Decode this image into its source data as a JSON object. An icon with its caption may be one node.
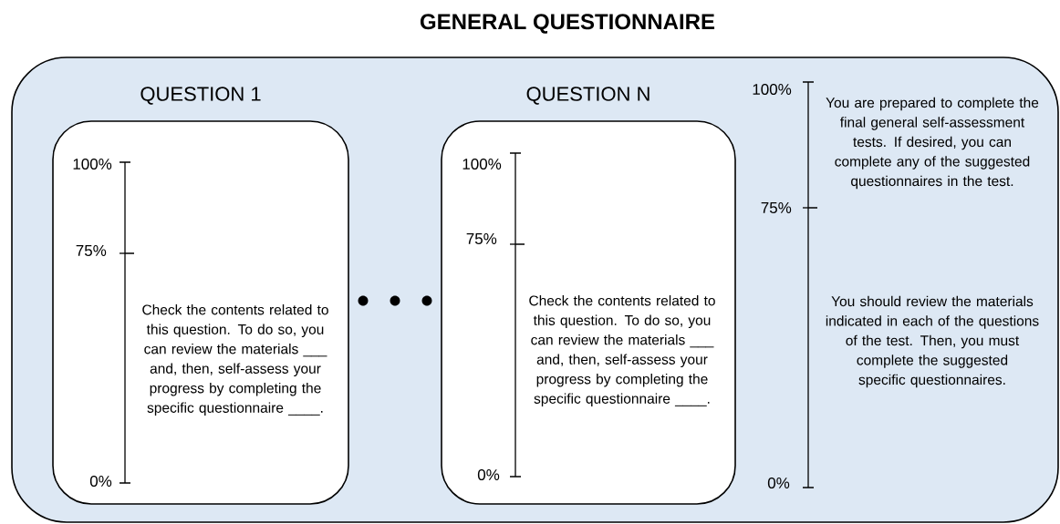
{
  "diagram": {
    "title": "GENERAL QUESTIONNAIRE",
    "nodes": [
      {
        "text": [],
        "shape": "box"
      },
      {
        "text": [
          "QUESTION 1",
          "Check the contents related to this question. To do so, you can review the materials ___ and, then, self-assess your progress by completing the specific questionnaire ____."
        ],
        "in": 0
      },
      {
        "text": [
          "QUESTION N",
          "Check the contents related to this question. To do so, you can review the materials ___ and, then, self-assess your progress by completing the specific questionnaire ____."
        ],
        "in": 0
      }
    ],
    "edges": [],
    "labels": [
      "100%",
      "75%",
      "0%",
      "100%",
      "75%",
      "0%",
      "100%",
      "75%",
      "0%",
      "You are prepared to complete the final general self-assessment tests. If desired, you can complete any of the suggested questionnaires in the test.",
      "You should review the materials indicated in each of the questions of the test. Then, you must complete the suggested specific questionnaires."
    ]
  }
}
